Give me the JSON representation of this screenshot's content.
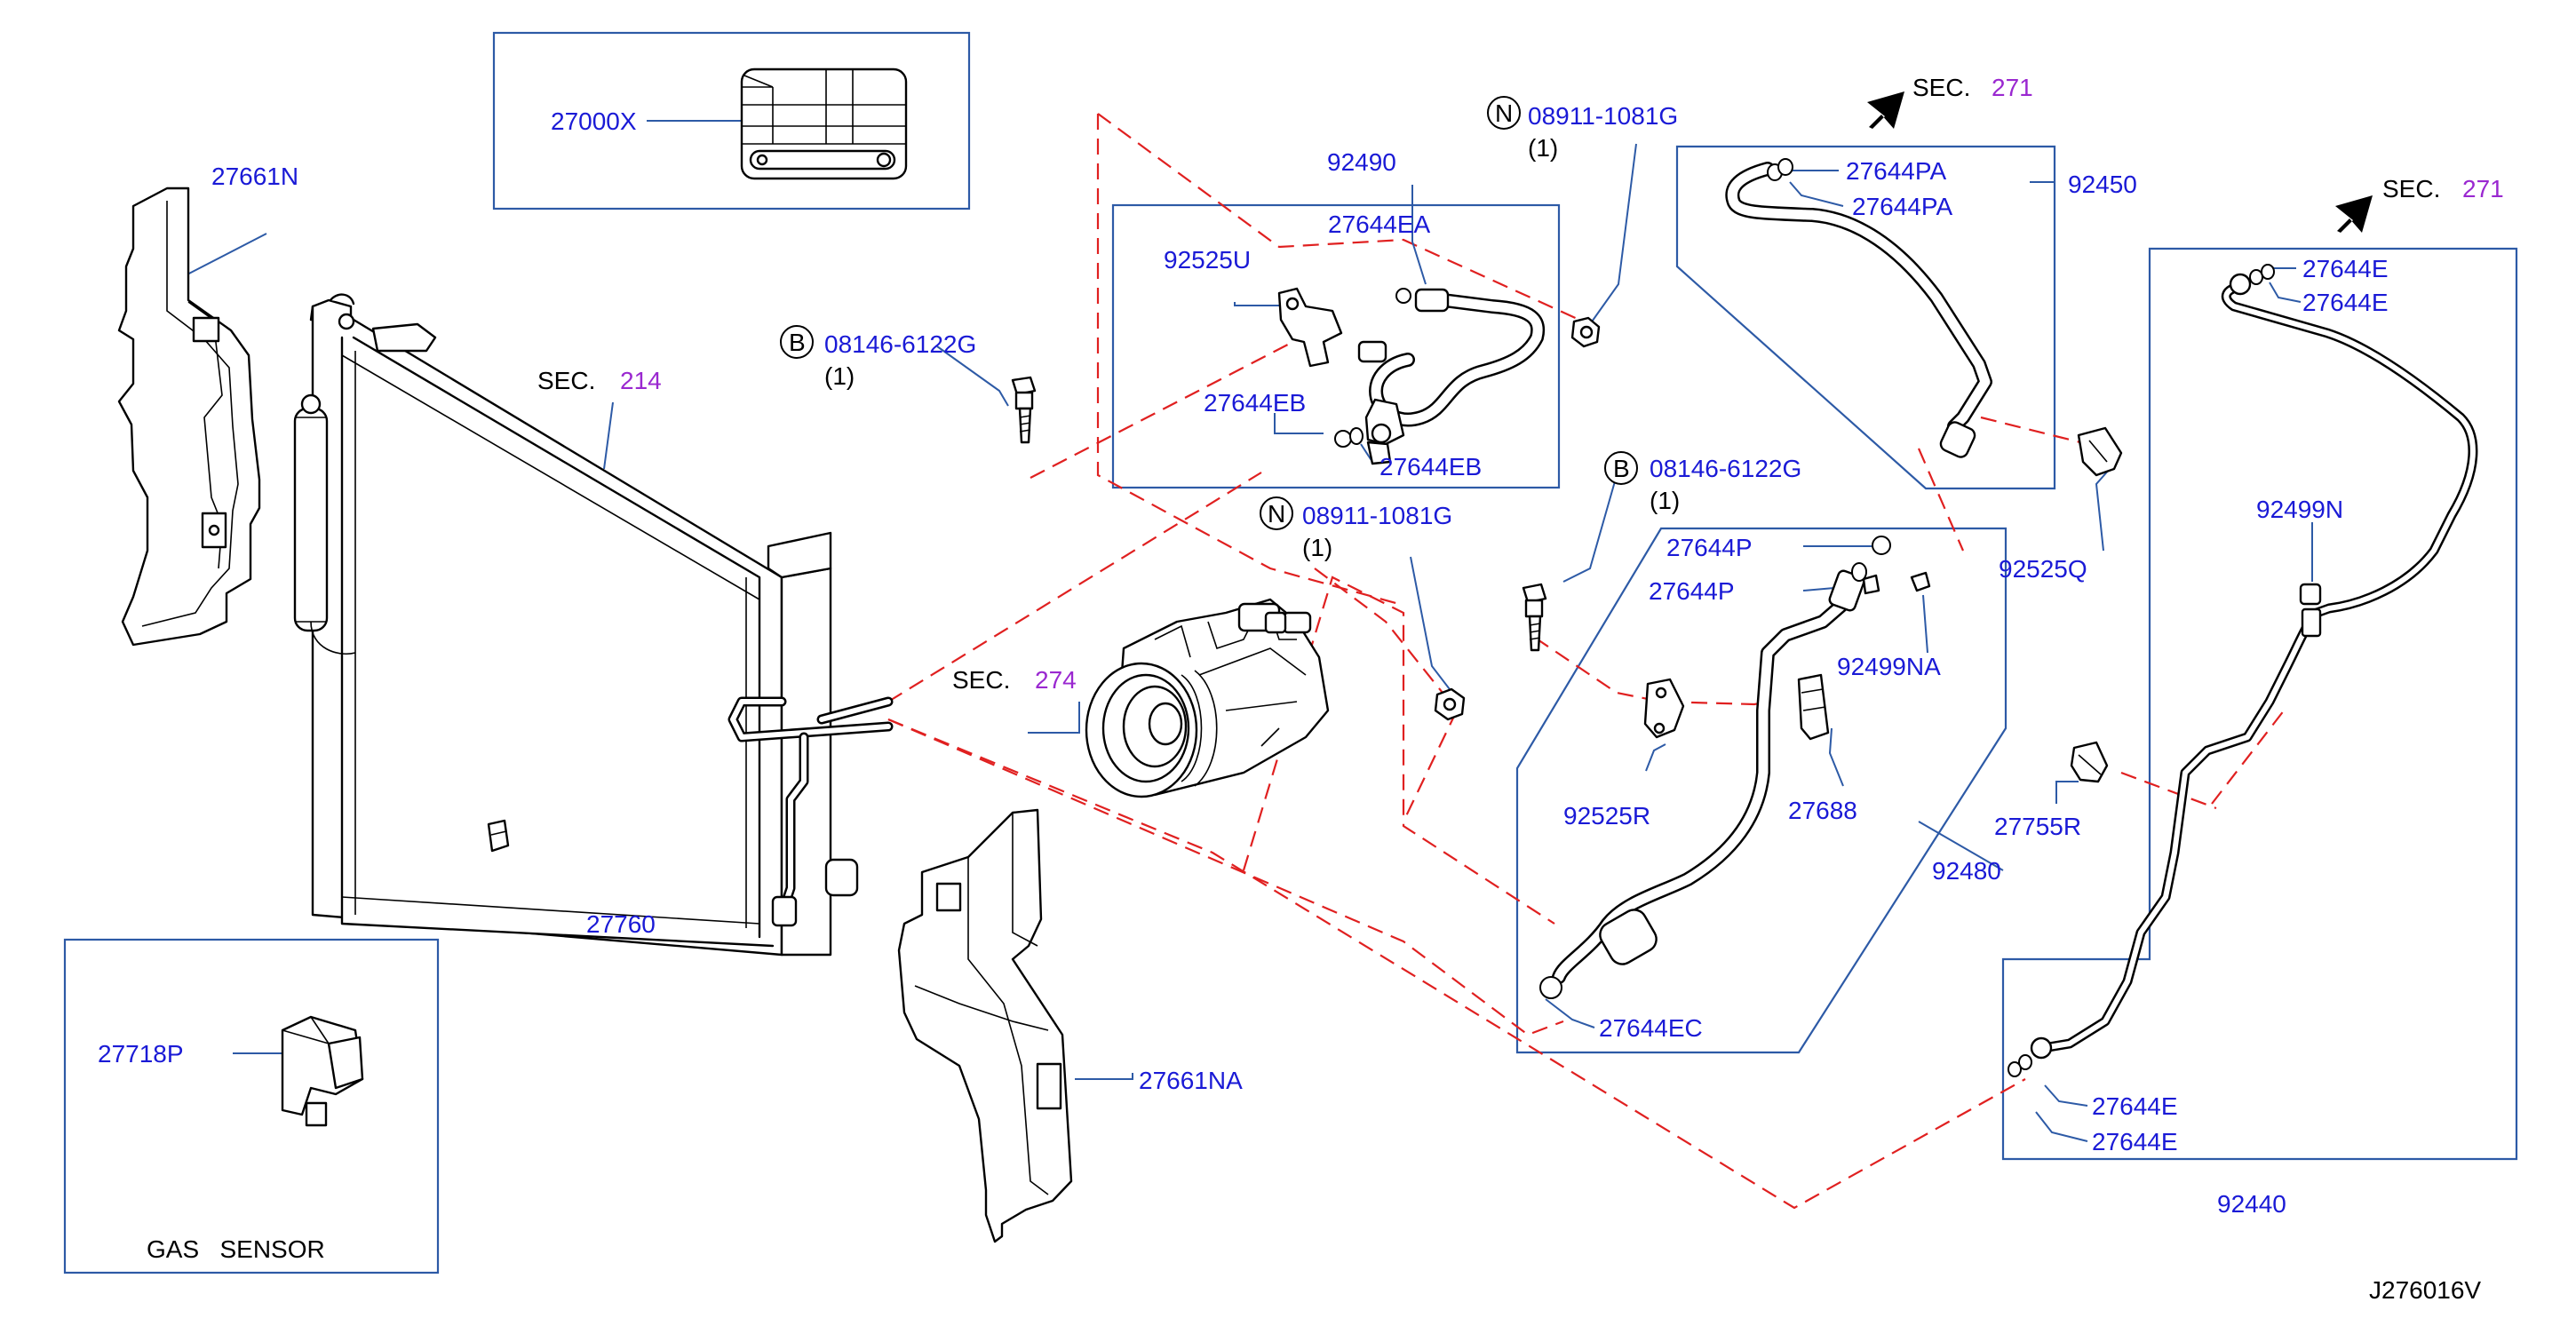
{
  "diagram": {
    "labels": {
      "p27000X": "27000X",
      "p27661N": "27661N",
      "sec214_word": "SEC.",
      "sec214_num": "214",
      "p27760": "27760",
      "p27718P": "27718P",
      "gas_sensor": "GAS   SENSOR",
      "p27661NA": "27661NA",
      "sec274_word": "SEC.",
      "sec274_num": "274",
      "p92490": "92490",
      "p27644EA": "27644EA",
      "p92525U": "92525U",
      "p27644EB_1": "27644EB",
      "p27644EB_2": "27644EB",
      "b1_letter": "B",
      "b1_part": "08146-6122G",
      "b1_qty": "(1)",
      "n1_letter": "N",
      "n1_part": "08911-1081G",
      "n1_qty": "(1)",
      "n2_letter": "N",
      "n2_part": "08911-1081G",
      "n2_qty": "(1)",
      "b2_letter": "B",
      "b2_part": "08146-6122G",
      "b2_qty": "(1)",
      "sec271a_word": "SEC.",
      "sec271a_num": "271",
      "p27644PA_1": "27644PA",
      "p27644PA_2": "27644PA",
      "p92450": "92450",
      "sec271b_word": "SEC.",
      "sec271b_num": "271",
      "p27644E_1": "27644E",
      "p27644E_2": "27644E",
      "p27644P_1": "27644P",
      "p27644P_2": "27644P",
      "p92499NA": "92499NA",
      "p92525Q": "92525Q",
      "p92525R": "92525R",
      "p27688": "27688",
      "p92480": "92480",
      "p27644EC": "27644EC",
      "p92499N": "92499N",
      "p27755R": "27755R",
      "p27644E_3": "27644E",
      "p27644E_4": "27644E",
      "p92440": "92440",
      "diagram_code": "J276016V"
    },
    "colors": {
      "part_number": "#1a1ad6",
      "section_number": "#9a28d0",
      "box_line": "#2d5aa6",
      "phantom_line": "#e02020"
    }
  }
}
